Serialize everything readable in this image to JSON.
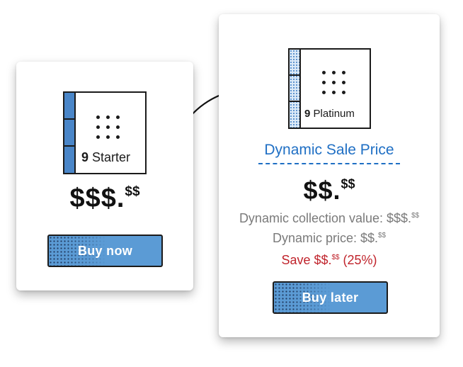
{
  "starter_card": {
    "book": {
      "count": "9",
      "name": "Starter",
      "spine_color": "#4a86c8"
    },
    "price": {
      "main": "$$$.",
      "cents": "$$"
    },
    "button": {
      "label": "Buy now",
      "icon": "dot-pattern-icon",
      "color": "#5b9bd5"
    }
  },
  "platinum_card": {
    "book": {
      "count": "9",
      "name": "Platinum",
      "spine_color": "#dbe9f7"
    },
    "sale_title": "Dynamic Sale Price",
    "price": {
      "main": "$$.",
      "cents": "$$"
    },
    "collection_value": {
      "text": "Dynamic collection value: $$$.",
      "cents": "$$"
    },
    "dynamic_price": {
      "text": "Dynamic price: $$.",
      "cents": "$$"
    },
    "savings": {
      "prefix": "Save $$.",
      "cents": "$$",
      "suffix": " (25%)",
      "color": "#c0232b"
    },
    "button": {
      "label": "Buy later",
      "icon": "dot-pattern-icon",
      "color": "#5b9bd5"
    }
  },
  "connector": {
    "icon": "curved-arrow-icon"
  },
  "colors": {
    "accent_blue": "#1f6fc4",
    "button_blue": "#5b9bd5",
    "muted_text": "#7a7a7a",
    "save_red": "#c0232b"
  }
}
